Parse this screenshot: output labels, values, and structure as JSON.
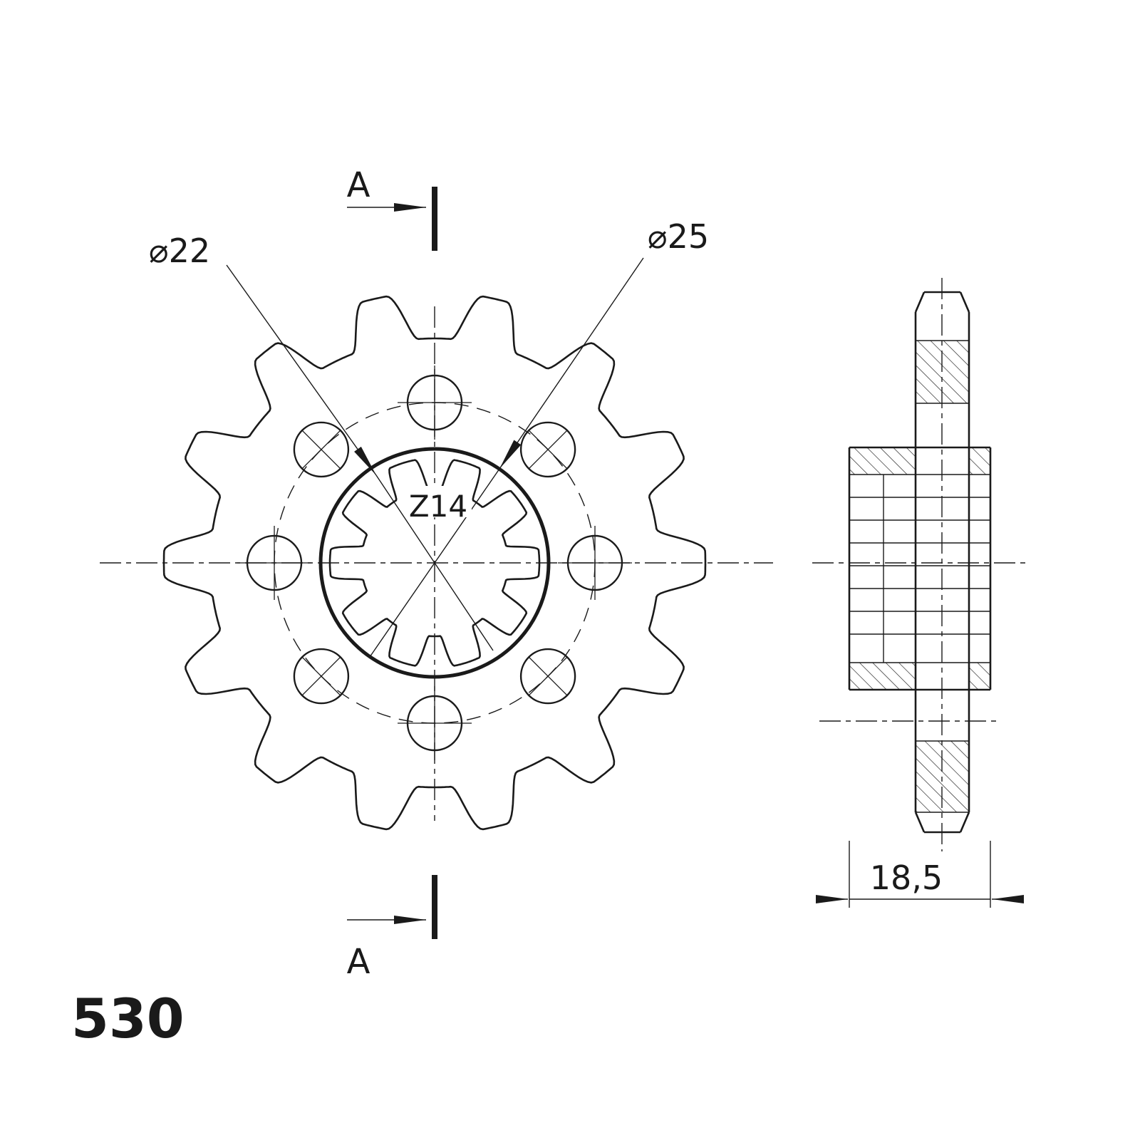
{
  "drawing": {
    "chain_size_label": "530",
    "front_view": {
      "bore_inner_diameter_label": "⌀22",
      "bore_outer_diameter_label": "⌀25",
      "teeth_count_label": "Z14",
      "section_marker_top": "A",
      "section_marker_bottom": "A"
    },
    "side_view": {
      "width_dimension_label": "18,5"
    },
    "colors": {
      "line": "#1a1a1a",
      "background": "#ffffff"
    }
  }
}
